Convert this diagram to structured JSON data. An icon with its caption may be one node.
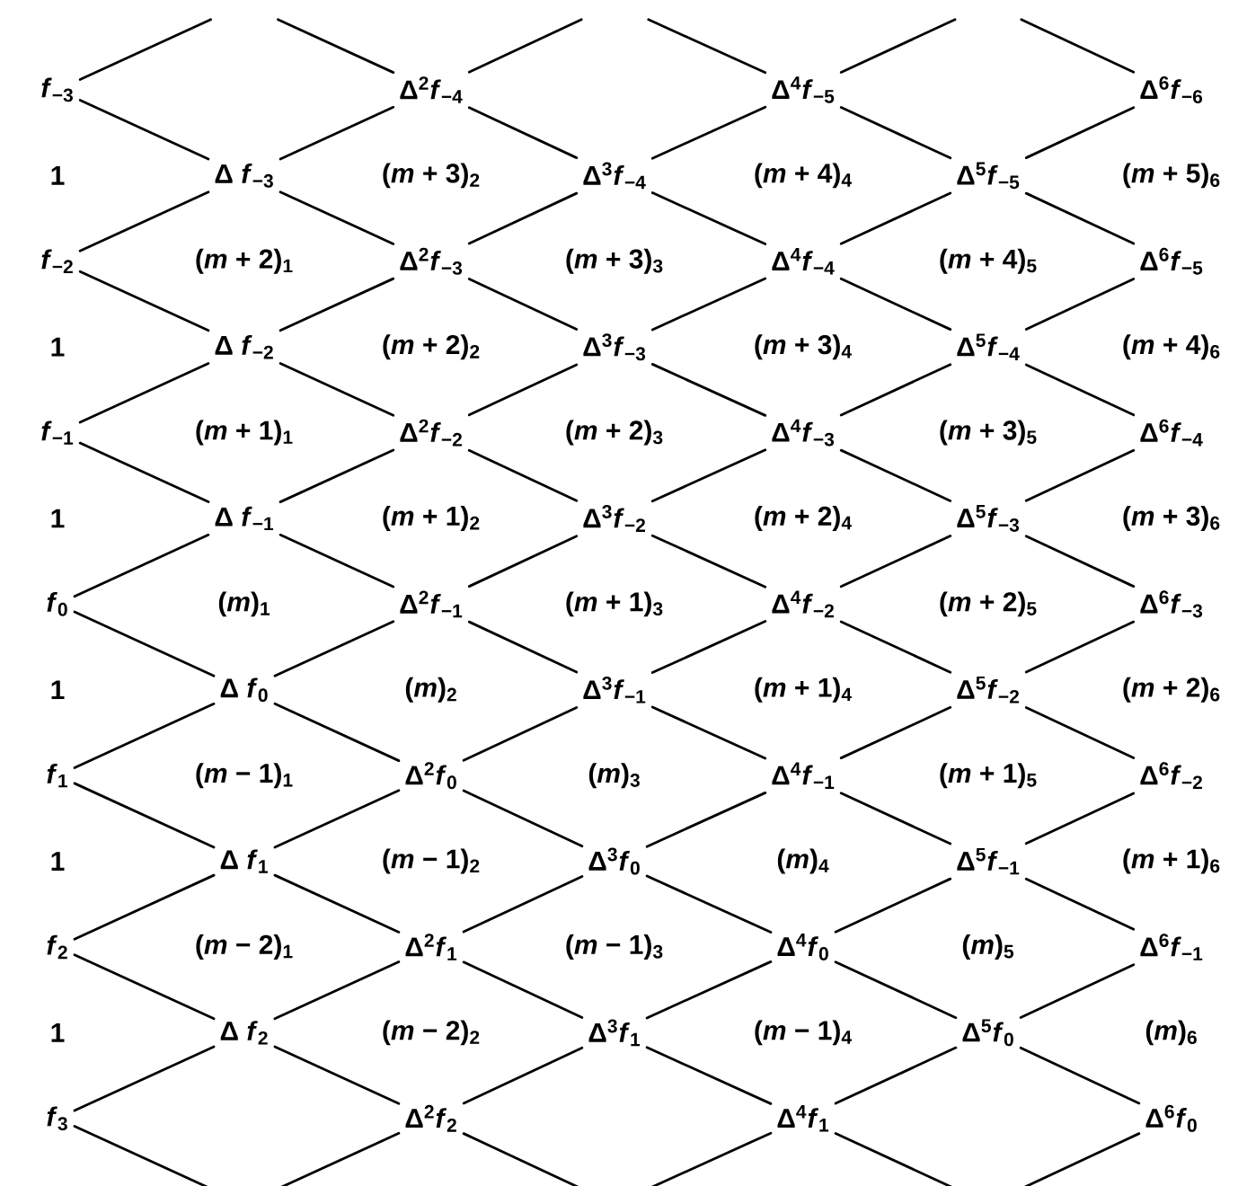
{
  "diagram": {
    "nodes": [
      {
        "text": [
          "*f*$_{−3}$"
        ]
      },
      {
        "text": [
          "Δ$^{2}$*f*$_{−4}$"
        ]
      },
      {
        "text": [
          "Δ$^{4}$*f*$_{−5}$"
        ]
      },
      {
        "text": [
          "Δ$^{6}$*f*$_{−6}$"
        ]
      },
      {
        "text": [
          "Δ *f*$_{−3}$"
        ]
      },
      {
        "text": [
          "Δ$^{3}$*f*$_{−4}$"
        ]
      },
      {
        "text": [
          "Δ$^{5}$*f*$_{−5}$"
        ]
      },
      {
        "text": [
          "*f*$_{−2}$"
        ]
      },
      {
        "text": [
          "Δ$^{2}$*f*$_{−3}$"
        ]
      },
      {
        "text": [
          "Δ$^{4}$*f*$_{−4}$"
        ]
      },
      {
        "text": [
          "Δ$^{6}$*f*$_{−5}$"
        ]
      },
      {
        "text": [
          "Δ *f*$_{−2}$"
        ]
      },
      {
        "text": [
          "Δ$^{3}$*f*$_{−3}$"
        ]
      },
      {
        "text": [
          "Δ$^{5}$*f*$_{−4}$"
        ]
      },
      {
        "text": [
          "*f*$_{−1}$"
        ]
      },
      {
        "text": [
          "Δ$^{2}$*f*$_{−2}$"
        ]
      },
      {
        "text": [
          "Δ$^{4}$*f*$_{−3}$"
        ]
      },
      {
        "text": [
          "Δ$^{6}$*f*$_{−4}$"
        ]
      },
      {
        "text": [
          "Δ *f*$_{−1}$"
        ]
      },
      {
        "text": [
          "Δ$^{3}$*f*$_{−2}$"
        ]
      },
      {
        "text": [
          "Δ$^{5}$*f*$_{−3}$"
        ]
      },
      {
        "text": [
          "*f*$_{0}$"
        ]
      },
      {
        "text": [
          "Δ$^{2}$*f*$_{−1}$"
        ]
      },
      {
        "text": [
          "Δ$^{4}$*f*$_{−2}$"
        ]
      },
      {
        "text": [
          "Δ$^{6}$*f*$_{−3}$"
        ]
      },
      {
        "text": [
          "Δ *f*$_{0}$"
        ]
      },
      {
        "text": [
          "Δ$^{3}$*f*$_{−1}$"
        ]
      },
      {
        "text": [
          "Δ$^{5}$*f*$_{−2}$"
        ]
      },
      {
        "text": [
          "*f*$_{1}$"
        ]
      },
      {
        "text": [
          "Δ$^{2}$*f*$_{0}$"
        ]
      },
      {
        "text": [
          "Δ$^{4}$*f*$_{−1}$"
        ]
      },
      {
        "text": [
          "Δ$^{6}$*f*$_{−2}$"
        ]
      },
      {
        "text": [
          "Δ *f*$_{1}$"
        ]
      },
      {
        "text": [
          "Δ$^{3}$*f*$_{0}$"
        ]
      },
      {
        "text": [
          "Δ$^{5}$*f*$_{−1}$"
        ]
      },
      {
        "text": [
          "*f*$_{2}$"
        ]
      },
      {
        "text": [
          "Δ$^{2}$*f*$_{1}$"
        ]
      },
      {
        "text": [
          "Δ$^{4}$*f*$_{0}$"
        ]
      },
      {
        "text": [
          "Δ$^{6}$*f*$_{−1}$"
        ]
      },
      {
        "text": [
          "Δ *f*$_{2}$"
        ]
      },
      {
        "text": [
          "Δ$^{3}$*f*$_{1}$"
        ]
      },
      {
        "text": [
          "Δ$^{5}$*f*$_{0}$"
        ]
      },
      {
        "text": [
          "*f*$_{3}$"
        ]
      },
      {
        "text": [
          "Δ$^{2}$*f*$_{2}$"
        ]
      },
      {
        "text": [
          "Δ$^{4}$*f*$_{1}$"
        ]
      },
      {
        "text": [
          "Δ$^{6}$*f*$_{0}$"
        ]
      }
    ],
    "edges": [
      {
        "from": 0,
        "to": 4,
        "arrow": "none"
      },
      {
        "from": 1,
        "to": 5,
        "arrow": "none"
      },
      {
        "from": 2,
        "to": 6,
        "arrow": "none"
      },
      {
        "from": 4,
        "to": 1,
        "arrow": "none"
      },
      {
        "from": 4,
        "to": 8,
        "arrow": "none"
      },
      {
        "from": 5,
        "to": 2,
        "arrow": "none"
      },
      {
        "from": 5,
        "to": 9,
        "arrow": "none"
      },
      {
        "from": 6,
        "to": 3,
        "arrow": "none"
      },
      {
        "from": 6,
        "to": 10,
        "arrow": "none"
      },
      {
        "from": 7,
        "to": 4,
        "arrow": "none"
      },
      {
        "from": 7,
        "to": 11,
        "arrow": "none"
      },
      {
        "from": 8,
        "to": 5,
        "arrow": "none"
      },
      {
        "from": 8,
        "to": 12,
        "arrow": "none"
      },
      {
        "from": 9,
        "to": 6,
        "arrow": "none"
      },
      {
        "from": 9,
        "to": 13,
        "arrow": "none"
      },
      {
        "from": 11,
        "to": 8,
        "arrow": "none"
      },
      {
        "from": 11,
        "to": 15,
        "arrow": "none"
      },
      {
        "from": 12,
        "to": 9,
        "arrow": "none"
      },
      {
        "from": 12,
        "to": 16,
        "arrow": "none"
      },
      {
        "from": 13,
        "to": 10,
        "arrow": "none"
      },
      {
        "from": 13,
        "to": 17,
        "arrow": "none"
      },
      {
        "from": 14,
        "to": 11,
        "arrow": "none"
      },
      {
        "from": 14,
        "to": 18,
        "arrow": "none"
      },
      {
        "from": 15,
        "to": 12,
        "arrow": "none"
      },
      {
        "from": 15,
        "to": 19,
        "arrow": "none"
      },
      {
        "from": 16,
        "to": 13,
        "arrow": "none"
      },
      {
        "from": 16,
        "to": 20,
        "arrow": "none"
      },
      {
        "from": 18,
        "to": 15,
        "arrow": "none"
      },
      {
        "from": 18,
        "to": 22,
        "arrow": "none"
      },
      {
        "from": 19,
        "to": 16,
        "arrow": "none"
      },
      {
        "from": 19,
        "to": 23,
        "arrow": "none"
      },
      {
        "from": 20,
        "to": 17,
        "arrow": "none"
      },
      {
        "from": 20,
        "to": 24,
        "arrow": "none"
      },
      {
        "from": 21,
        "to": 18,
        "arrow": "none"
      },
      {
        "from": 21,
        "to": 25,
        "arrow": "none"
      },
      {
        "from": 22,
        "to": 19,
        "arrow": "none"
      },
      {
        "from": 22,
        "to": 26,
        "arrow": "none"
      },
      {
        "from": 23,
        "to": 20,
        "arrow": "none"
      },
      {
        "from": 23,
        "to": 27,
        "arrow": "none"
      },
      {
        "from": 25,
        "to": 22,
        "arrow": "none"
      },
      {
        "from": 25,
        "to": 29,
        "arrow": "none"
      },
      {
        "from": 26,
        "to": 23,
        "arrow": "none"
      },
      {
        "from": 26,
        "to": 30,
        "arrow": "none"
      },
      {
        "from": 27,
        "to": 24,
        "arrow": "none"
      },
      {
        "from": 27,
        "to": 31,
        "arrow": "none"
      },
      {
        "from": 28,
        "to": 25,
        "arrow": "none"
      },
      {
        "from": 28,
        "to": 32,
        "arrow": "none"
      },
      {
        "from": 29,
        "to": 26,
        "arrow": "none"
      },
      {
        "from": 29,
        "to": 33,
        "arrow": "none"
      },
      {
        "from": 30,
        "to": 27,
        "arrow": "none"
      },
      {
        "from": 30,
        "to": 34,
        "arrow": "none"
      },
      {
        "from": 32,
        "to": 29,
        "arrow": "none"
      },
      {
        "from": 32,
        "to": 36,
        "arrow": "none"
      },
      {
        "from": 33,
        "to": 30,
        "arrow": "none"
      },
      {
        "from": 33,
        "to": 37,
        "arrow": "none"
      },
      {
        "from": 34,
        "to": 31,
        "arrow": "none"
      },
      {
        "from": 34,
        "to": 38,
        "arrow": "none"
      },
      {
        "from": 35,
        "to": 32,
        "arrow": "none"
      },
      {
        "from": 35,
        "to": 39,
        "arrow": "none"
      },
      {
        "from": 36,
        "to": 33,
        "arrow": "none"
      },
      {
        "from": 36,
        "to": 40,
        "arrow": "none"
      },
      {
        "from": 37,
        "to": 34,
        "arrow": "none"
      },
      {
        "from": 37,
        "to": 41,
        "arrow": "none"
      },
      {
        "from": 39,
        "to": 36,
        "arrow": "none"
      },
      {
        "from": 39,
        "to": 43,
        "arrow": "none"
      },
      {
        "from": 40,
        "to": 37,
        "arrow": "none"
      },
      {
        "from": 40,
        "to": 44,
        "arrow": "none"
      },
      {
        "from": 41,
        "to": 38,
        "arrow": "none"
      },
      {
        "from": 41,
        "to": 45,
        "arrow": "none"
      },
      {
        "from": 42,
        "to": 39,
        "arrow": "none"
      },
      {
        "from": 43,
        "to": 40,
        "arrow": "none"
      },
      {
        "from": 44,
        "to": 41,
        "arrow": "none"
      },
      {
        "from": 0,
        "to": null,
        "arrow": "none"
      },
      {
        "from": 1,
        "to": null,
        "arrow": "none"
      },
      {
        "from": 1,
        "to": null,
        "arrow": "none"
      },
      {
        "from": 2,
        "to": null,
        "arrow": "none"
      },
      {
        "from": 2,
        "to": null,
        "arrow": "none"
      },
      {
        "from": 3,
        "to": null,
        "arrow": "none"
      },
      {
        "from": 42,
        "to": null,
        "arrow": "none"
      },
      {
        "from": 43,
        "to": null,
        "arrow": "none"
      },
      {
        "from": 43,
        "to": null,
        "arrow": "none"
      },
      {
        "from": 44,
        "to": null,
        "arrow": "none"
      },
      {
        "from": 44,
        "to": null,
        "arrow": "none"
      },
      {
        "from": 45,
        "to": null,
        "arrow": "none"
      }
    ],
    "labels": [
      "1",
      "(*m* + 3)$_{2}$",
      "(*m* + 4)$_{4}$",
      "(*m* + 5)$_{6}$",
      "(*m* + 2)$_{1}$",
      "(*m* + 3)$_{3}$",
      "(*m* + 4)$_{5}$",
      "1",
      "(*m* + 2)$_{2}$",
      "(*m* + 3)$_{4}$",
      "(*m* + 4)$_{6}$",
      "(*m* + 1)$_{1}$",
      "(*m* + 2)$_{3}$",
      "(*m* + 3)$_{5}$",
      "1",
      "(*m* + 1)$_{2}$",
      "(*m* + 2)$_{4}$",
      "(*m* + 3)$_{6}$",
      "(*m*)$_{1}$",
      "(*m* + 1)$_{3}$",
      "(*m* + 2)$_{5}$",
      "1",
      "(*m*)$_{2}$",
      "(*m* + 1)$_{4}$",
      "(*m* + 2)$_{6}$",
      "(*m* − 1)$_{1}$",
      "(*m*)$_{3}$",
      "(*m* + 1)$_{5}$",
      "1",
      "(*m* − 1)$_{2}$",
      "(*m*)$_{4}$",
      "(*m* + 1)$_{6}$",
      "(*m* − 2)$_{1}$",
      "(*m* − 1)$_{3}$",
      "(*m*)$_{5}$",
      "1",
      "(*m* − 2)$_{2}$",
      "(*m* − 1)$_{4}$",
      "(*m*)$_{6}$"
    ]
  }
}
